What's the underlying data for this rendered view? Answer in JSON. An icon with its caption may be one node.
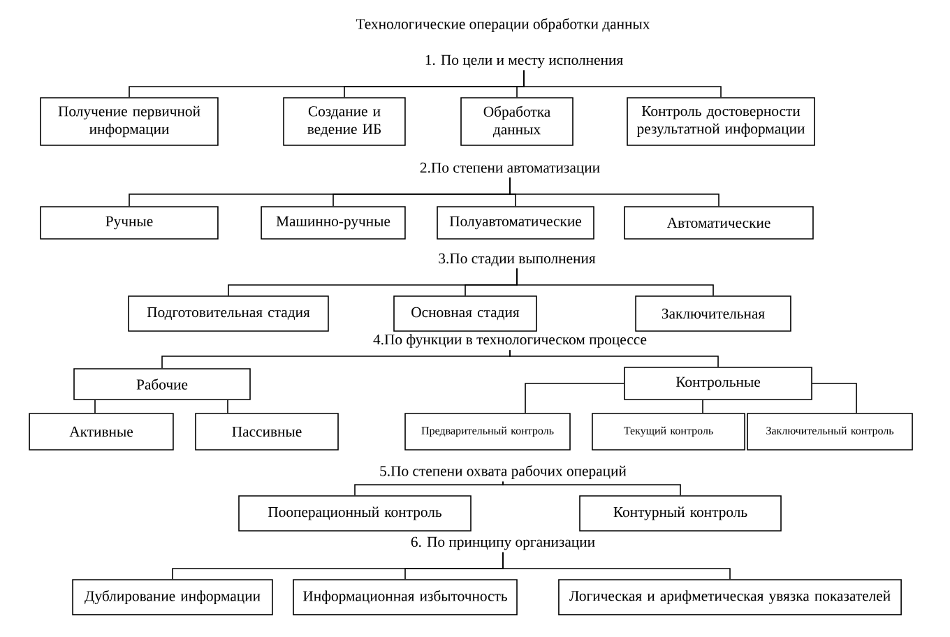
{
  "diagram": {
    "title": "Технологические операции обработки данных",
    "nodes": [
      {
        "text": [
          "1. По цели и месту исполнения"
        ]
      },
      {
        "text": [
          "Получение первичной информации"
        ]
      },
      {
        "text": [
          "Создание и ведение ИБ"
        ]
      },
      {
        "text": [
          "Обработка данных"
        ]
      },
      {
        "text": [
          "Контроль достоверности результатной информации"
        ]
      },
      {
        "text": [
          "2.По степени автоматизации"
        ]
      },
      {
        "text": [
          "Ручные"
        ]
      },
      {
        "text": [
          "Машинно-ручные"
        ]
      },
      {
        "text": [
          "Полуавтоматические"
        ]
      },
      {
        "text": [
          "Автоматические"
        ]
      },
      {
        "text": [
          "3.По стадии выполнения"
        ]
      },
      {
        "text": [
          "Подготовительная стадия"
        ]
      },
      {
        "text": [
          "Основная стадия"
        ]
      },
      {
        "text": [
          "Заключительная"
        ]
      },
      {
        "text": [
          "4.По функции в технологическом процессе"
        ]
      },
      {
        "text": [
          "Рабочие"
        ]
      },
      {
        "text": [
          "Контрольные"
        ]
      },
      {
        "text": [
          "Активные"
        ]
      },
      {
        "text": [
          "Пассивные"
        ]
      },
      {
        "text": [
          "Предварительный контроль"
        ]
      },
      {
        "text": [
          "Текущий контроль"
        ]
      },
      {
        "text": [
          "Заключительный контроль"
        ]
      },
      {
        "text": [
          "5.По степени охвата рабочих операций"
        ]
      },
      {
        "text": [
          "Пооперационный контроль"
        ]
      },
      {
        "text": [
          "Контурный контроль"
        ]
      },
      {
        "text": [
          "6. По принципу организации"
        ]
      },
      {
        "text": [
          "Дублирование информации"
        ]
      },
      {
        "text": [
          "Информационная избыточность"
        ]
      },
      {
        "text": [
          "Логическая и арифметическая увязка показателей"
        ]
      }
    ],
    "edges": [
      {
        "from": 0,
        "to": 1,
        "arrow": "none"
      },
      {
        "from": 0,
        "to": 2,
        "arrow": "none"
      },
      {
        "from": 0,
        "to": 3,
        "arrow": "none"
      },
      {
        "from": 0,
        "to": 4,
        "arrow": "none"
      },
      {
        "from": 5,
        "to": 6,
        "arrow": "none"
      },
      {
        "from": 5,
        "to": 7,
        "arrow": "none"
      },
      {
        "from": 5,
        "to": 8,
        "arrow": "none"
      },
      {
        "from": 5,
        "to": 9,
        "arrow": "none"
      },
      {
        "from": 10,
        "to": 11,
        "arrow": "none"
      },
      {
        "from": 10,
        "to": 12,
        "arrow": "none"
      },
      {
        "from": 10,
        "to": 13,
        "arrow": "none"
      },
      {
        "from": 14,
        "to": 15,
        "arrow": "none"
      },
      {
        "from": 14,
        "to": 16,
        "arrow": "none"
      },
      {
        "from": 15,
        "to": 17,
        "arrow": "none"
      },
      {
        "from": 15,
        "to": 18,
        "arrow": "none"
      },
      {
        "from": 16,
        "to": 19,
        "arrow": "none"
      },
      {
        "from": 16,
        "to": 20,
        "arrow": "none"
      },
      {
        "from": 16,
        "to": 21,
        "arrow": "none"
      },
      {
        "from": 22,
        "to": 23,
        "arrow": "none"
      },
      {
        "from": 22,
        "to": 24,
        "arrow": "none"
      },
      {
        "from": 25,
        "to": 26,
        "arrow": "none"
      },
      {
        "from": 25,
        "to": 27,
        "arrow": "none"
      },
      {
        "from": 25,
        "to": 28,
        "arrow": "none"
      }
    ]
  }
}
